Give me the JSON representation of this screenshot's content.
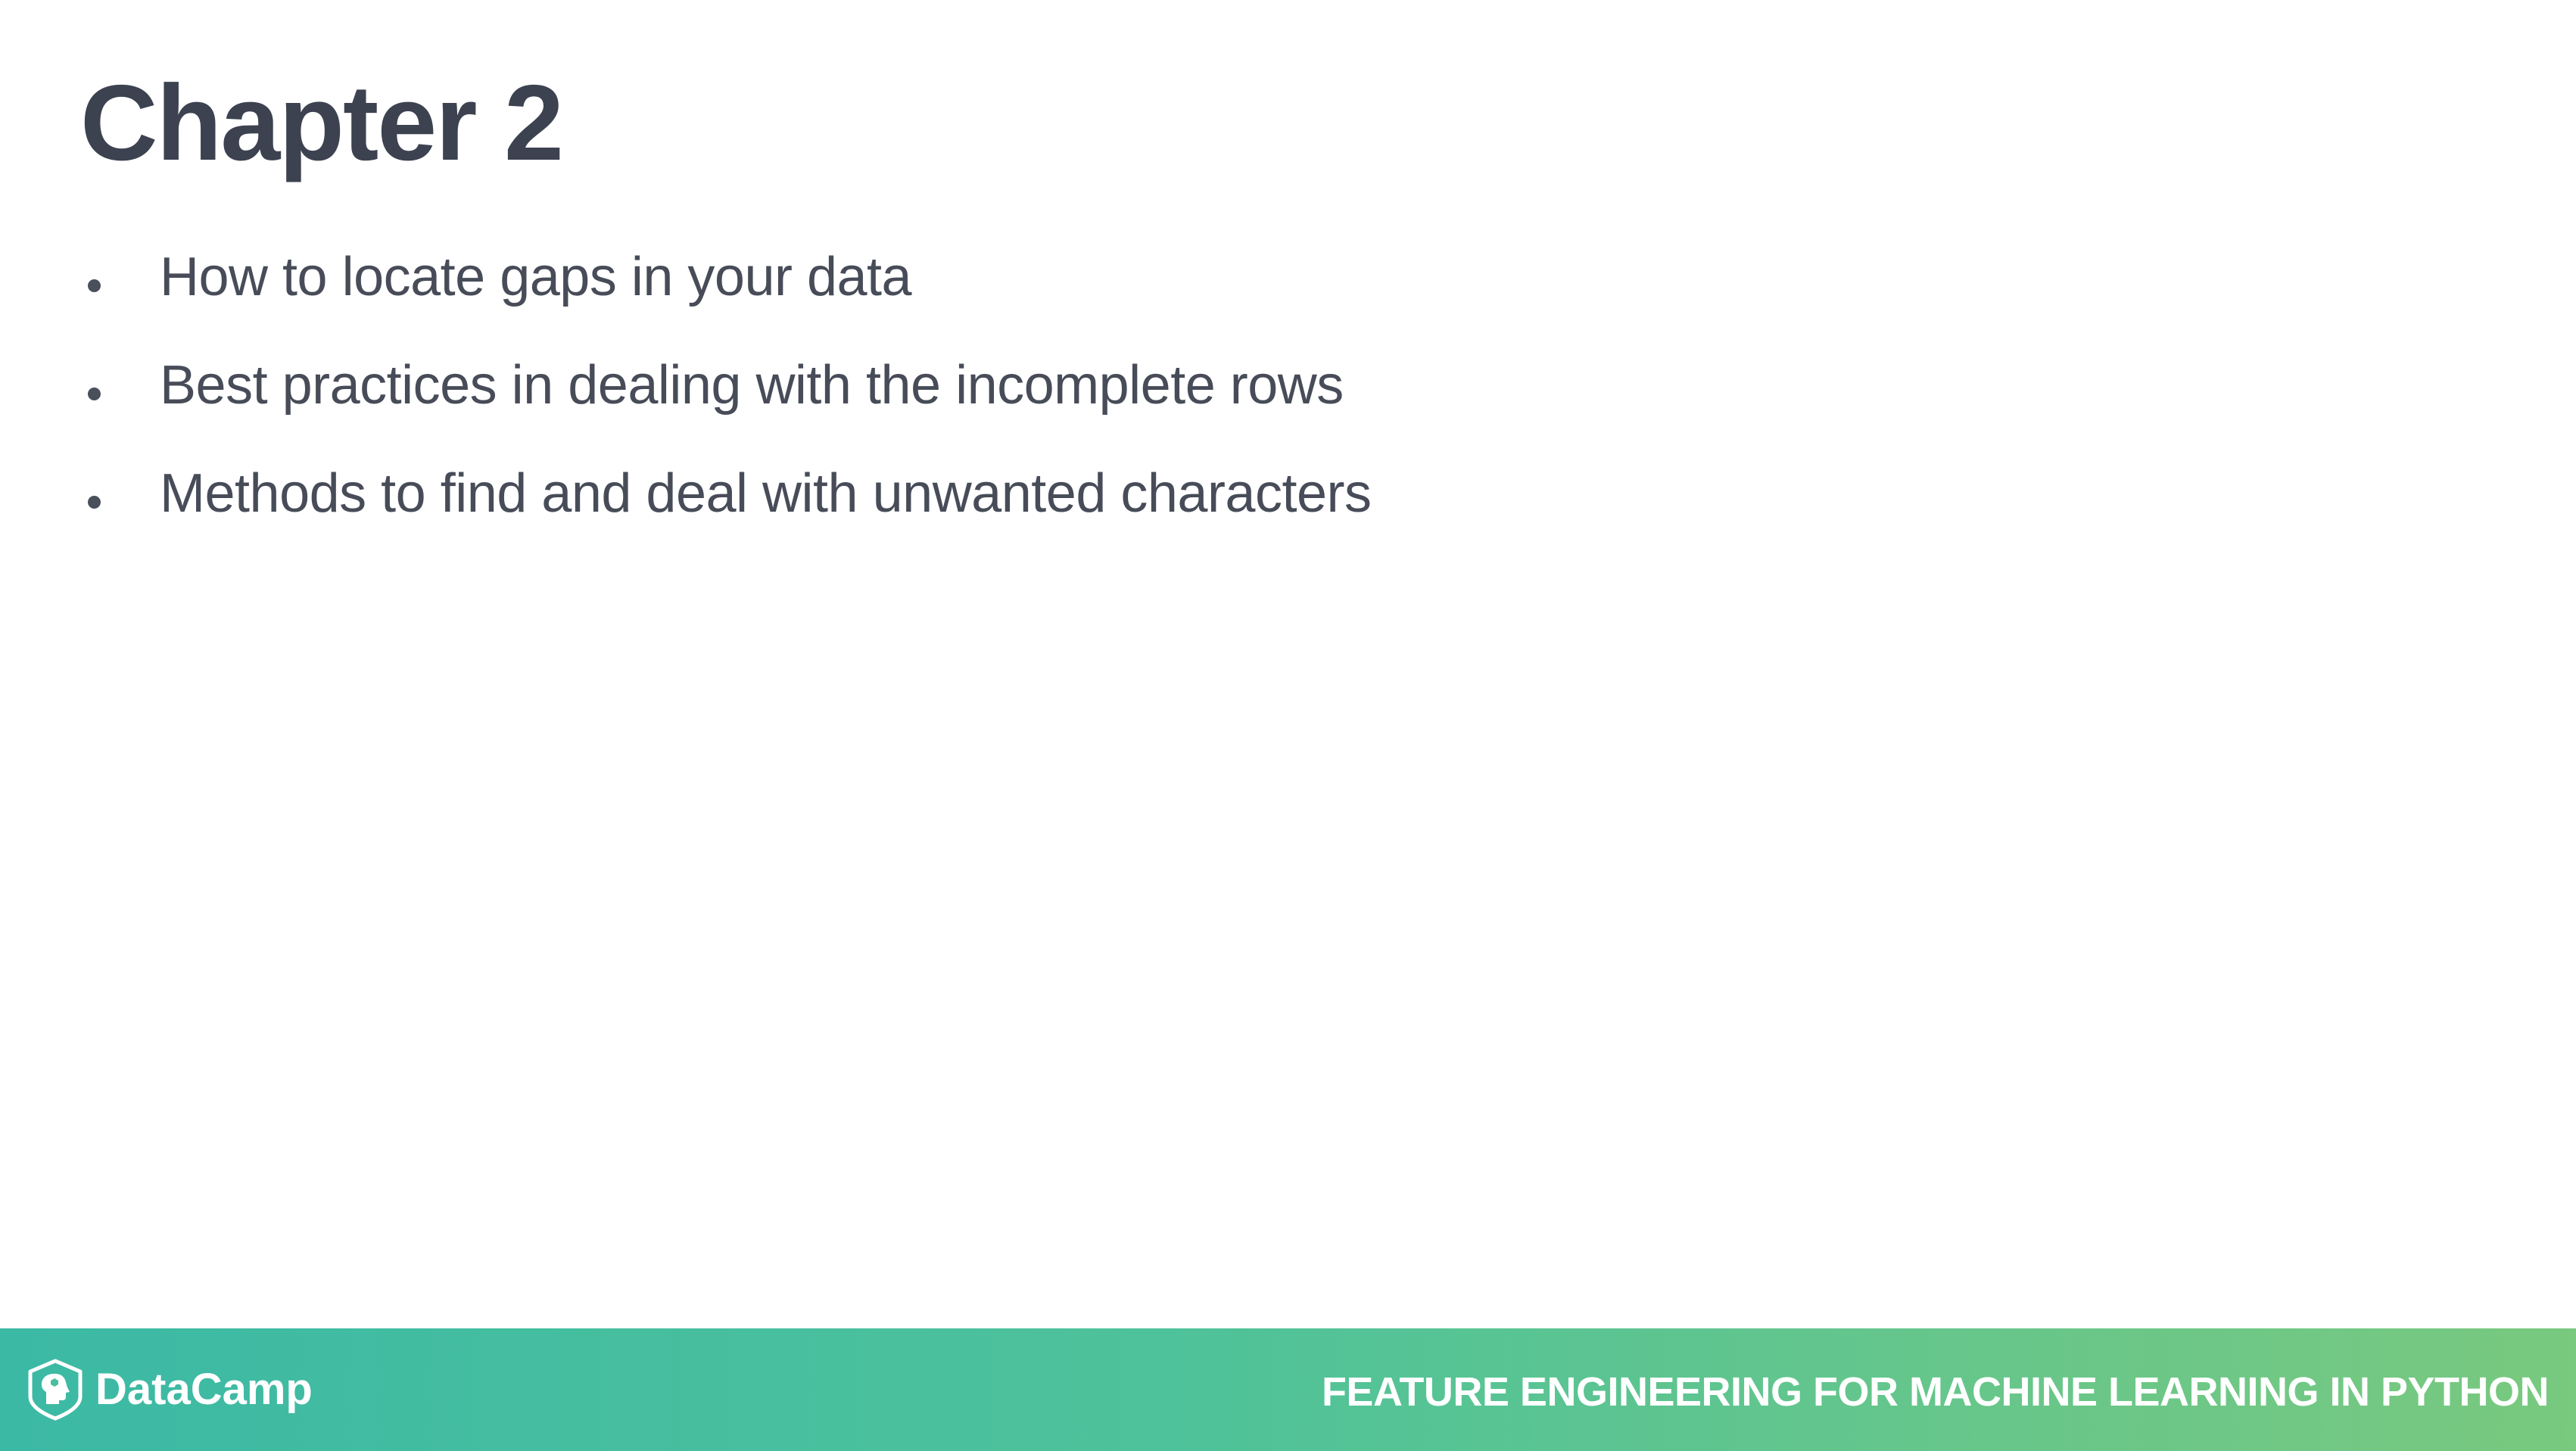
{
  "slide": {
    "title": "Chapter 2",
    "bullets": [
      {
        "text": "How to locate gaps in your data"
      },
      {
        "text": "Best practices in dealing with the incomplete rows"
      },
      {
        "text": "Methods to find and deal with unwanted characters"
      }
    ]
  },
  "footer": {
    "brand": "DataCamp",
    "logo_icon": "datacamp-shield-icon",
    "course_title": "FEATURE ENGINEERING FOR MACHINE LEARNING IN PYTHON"
  },
  "colors": {
    "title_text": "#3d4251",
    "body_text": "#474c58",
    "footer_gradient_start": "#3cb9a5",
    "footer_gradient_end": "#79c97f",
    "footer_text": "#ffffff"
  }
}
